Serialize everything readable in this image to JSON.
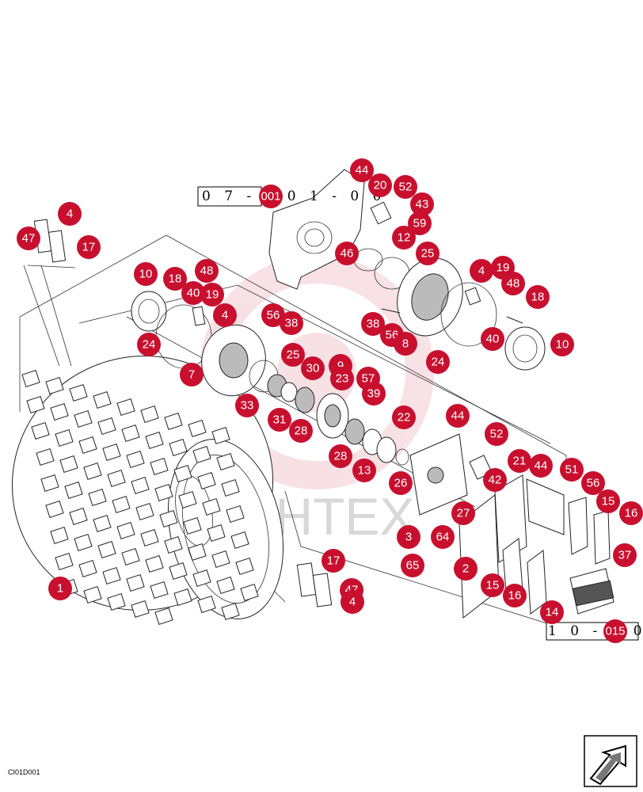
{
  "drawing_code": "CI01D001",
  "watermark": "ИНТЕХ",
  "references": [
    {
      "id": "ref-top",
      "label": "0 7 - 0 0 1 - 0 0",
      "callout": "001"
    },
    {
      "id": "ref-bottom",
      "label": "1 0 - 0 0 1 5",
      "callout": "015"
    }
  ],
  "callouts": [
    "44",
    "20",
    "52",
    "43",
    "59",
    "12",
    "46",
    "25",
    "4",
    "19",
    "48",
    "18",
    "40",
    "10",
    "24",
    "4",
    "47",
    "17",
    "10",
    "18",
    "48",
    "40",
    "19",
    "4",
    "56",
    "38",
    "24",
    "7",
    "25",
    "30",
    "9",
    "23",
    "57",
    "39",
    "33",
    "31",
    "28",
    "22",
    "44",
    "52",
    "21",
    "44",
    "51",
    "56",
    "15",
    "16",
    "42",
    "26",
    "28",
    "13",
    "27",
    "64",
    "3",
    "65",
    "2",
    "15",
    "16",
    "14",
    "37",
    "17",
    "47",
    "4",
    "1",
    "38",
    "56",
    "8"
  ],
  "nav_icon": "next-page-arrow-icon"
}
